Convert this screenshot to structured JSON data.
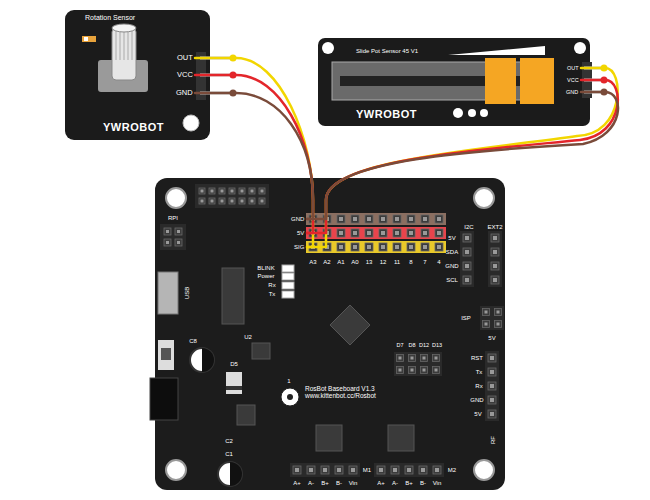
{
  "diagram": {
    "nodes": [
      {
        "text": [
          "Rotation Sensor",
          "YWROBOT"
        ]
      },
      {
        "text": [
          "OUT"
        ],
        "in": 0
      },
      {
        "text": [
          "VCC"
        ],
        "in": 0
      },
      {
        "text": [
          "GND"
        ],
        "in": 0
      },
      {
        "text": [
          "Slide Pot Sensor 45 V1",
          "YWROBOT"
        ]
      },
      {
        "text": [
          "OUT"
        ],
        "in": 4
      },
      {
        "text": [
          "VCC"
        ],
        "in": 4
      },
      {
        "text": [
          "GND"
        ],
        "in": 4
      },
      {
        "text": [
          "RosBot Baseboard V1.3 www.kittenbot.cc/Rosbot"
        ]
      },
      {
        "text": [
          "GND"
        ],
        "in": 8
      },
      {
        "text": [
          "5V"
        ],
        "in": 8
      },
      {
        "text": [
          "SIG"
        ],
        "in": 8
      }
    ],
    "edges": [
      {
        "from": 1,
        "to": 11,
        "arrow": "none"
      },
      {
        "from": 2,
        "to": 10,
        "arrow": "none"
      },
      {
        "from": 3,
        "to": 9,
        "arrow": "none"
      },
      {
        "from": 5,
        "to": 11,
        "arrow": "none"
      },
      {
        "from": 6,
        "to": 10,
        "arrow": "none"
      },
      {
        "from": 7,
        "to": 9,
        "arrow": "none"
      }
    ],
    "labels": [
      "RPI",
      "USB",
      "BLINK",
      "Power",
      "Rx",
      "Tx",
      "U2",
      "C8",
      "D5",
      "C2",
      "C1",
      "1",
      "A3",
      "A2",
      "A1",
      "A0",
      "13",
      "12",
      "11",
      "8",
      "7",
      "4",
      "I2C",
      "EXT2",
      "5V",
      "SDA",
      "GND",
      "SCL",
      "ISP",
      "5V",
      "D7",
      "D8",
      "D12",
      "D13",
      "RST",
      "Tx",
      "Rx",
      "GND",
      "5V",
      "RF",
      "A+",
      "A-",
      "B+",
      "B-",
      "Vin",
      "M1",
      "A+",
      "A-",
      "B+",
      "B-",
      "Vin",
      "M2"
    ]
  }
}
